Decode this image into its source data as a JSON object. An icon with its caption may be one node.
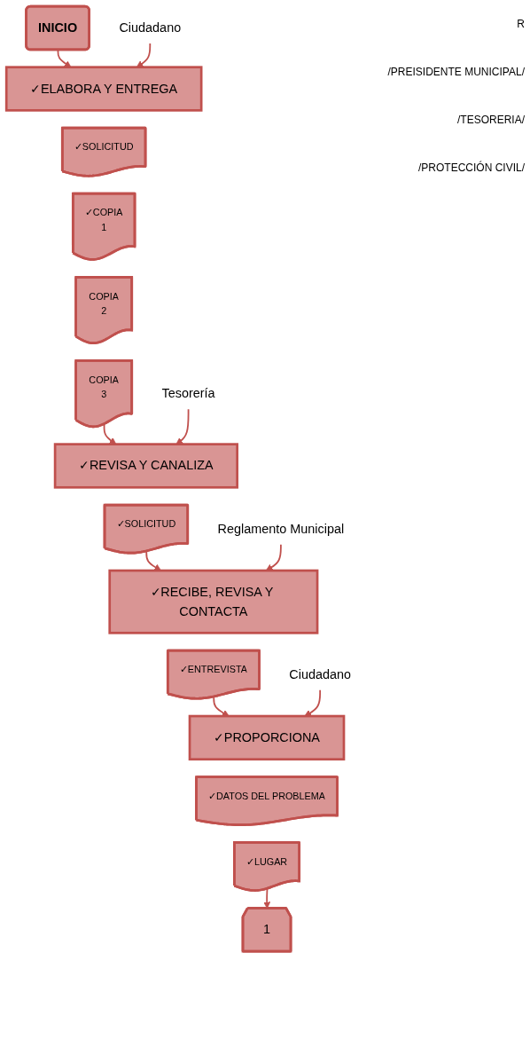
{
  "diagram": {
    "nodes": [
      {
        "text": [
          "INICIO"
        ]
      },
      {
        "text": [
          "Ciudadano"
        ]
      },
      {
        "text": [
          "✓ELABORA Y ENTREGA"
        ]
      },
      {
        "text": [
          "✓SOLICITUD"
        ]
      },
      {
        "text": [
          "✓COPIA",
          "1"
        ]
      },
      {
        "text": [
          "COPIA",
          "2"
        ]
      },
      {
        "text": [
          "COPIA",
          "3"
        ]
      },
      {
        "text": [
          "Tesorería"
        ]
      },
      {
        "text": [
          "✓REVISA Y CANALIZA"
        ]
      },
      {
        "text": [
          "✓SOLICITUD"
        ]
      },
      {
        "text": [
          "Reglamento Municipal"
        ]
      },
      {
        "text": [
          "✓RECIBE, REVISA Y CONTACTA"
        ]
      },
      {
        "text": [
          "✓ENTREVISTA"
        ]
      },
      {
        "text": [
          "Ciudadano"
        ]
      },
      {
        "text": [
          "✓PROPORCIONA"
        ]
      },
      {
        "text": [
          "✓DATOS DEL PROBLEMA"
        ]
      },
      {
        "text": [
          "✓LUGAR"
        ]
      },
      {
        "text": [
          "1"
        ]
      }
    ],
    "edges": [
      {
        "from": 0,
        "to": 2,
        "arrow": "to"
      },
      {
        "from": 1,
        "to": 2,
        "arrow": "to"
      },
      {
        "from": 6,
        "to": 8,
        "arrow": "to"
      },
      {
        "from": 7,
        "to": 8,
        "arrow": "to"
      },
      {
        "from": 9,
        "to": 11,
        "arrow": "to"
      },
      {
        "from": 10,
        "to": 11,
        "arrow": "to"
      },
      {
        "from": 12,
        "to": 14,
        "arrow": "to"
      },
      {
        "from": 13,
        "to": 14,
        "arrow": "to"
      },
      {
        "from": 16,
        "to": 17,
        "arrow": "to"
      }
    ],
    "labels": [
      "R",
      "/PREISIDENTE MUNICIPAL/",
      "/TESORERIA/",
      "/PROTECCIÓN CIVIL/"
    ]
  }
}
